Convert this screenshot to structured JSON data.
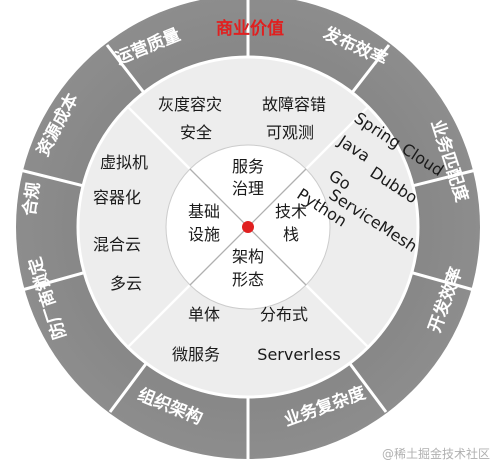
{
  "outer_ring": {
    "labels": {
      "top": "商业价值",
      "top_left": "运营质量",
      "top_right": "发布效率",
      "left_upper": "资源成本",
      "left": "合规",
      "left_lower": "防厂商锁定",
      "right_upper": "业务匹配度",
      "right_lower": "开发效率",
      "bottom_left": "组织架构",
      "bottom_right": "业务复杂度"
    }
  },
  "middle_ring": {
    "top": [
      "灰度容灾",
      "故障容错",
      "安全",
      "可观测"
    ],
    "left": [
      "虚拟机",
      "容器化",
      "混合云",
      "多云"
    ],
    "right": [
      "Spring Cloud",
      "Java",
      "Dubbo",
      "Go",
      "Python",
      "ServiceMesh"
    ],
    "bottom": [
      "单体",
      "分布式",
      "微服务",
      "Serverless"
    ]
  },
  "core": {
    "top": [
      "服务",
      "治理"
    ],
    "left": [
      "基础",
      "设施"
    ],
    "right": [
      "技术",
      "栈"
    ],
    "bottom": [
      "架构",
      "形态"
    ]
  },
  "watermark": "@稀土掘金技术社区",
  "colors": {
    "outer_ring": "#888888",
    "middle_ring": "#ededed",
    "core": "#ffffff",
    "divider": "#ffffff",
    "center_dot": "#e02020",
    "highlight_text": "#e02020"
  }
}
